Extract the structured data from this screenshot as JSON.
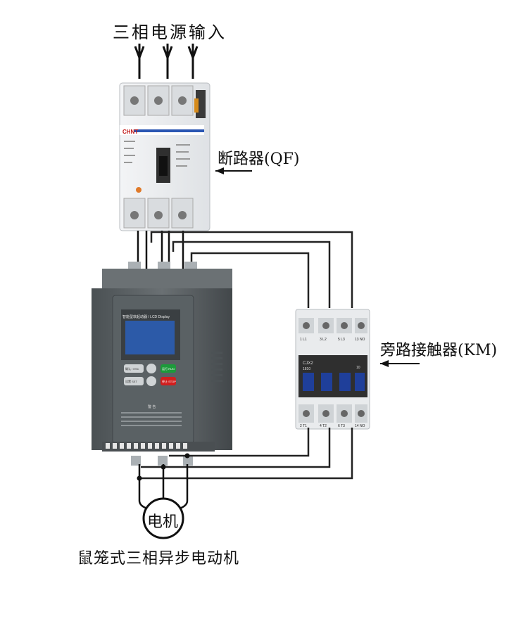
{
  "labels": {
    "power_input": "三相电源输入",
    "breaker": "断路器(QF)",
    "bypass_contactor": "旁路接触器(KM)",
    "motor_caption": "鼠笼式三相异步电动机",
    "motor": "电机"
  },
  "breaker_device": {
    "brand": "CHNT"
  },
  "soft_starter": {
    "display_title": "智能型软起动器 / LCD Display",
    "keypad": [
      "确认 / ESC",
      "",
      "运行 RUN",
      "设置 SET",
      "",
      "停止 STOP"
    ],
    "warning_title": "警 告"
  },
  "contactor_device": {
    "model": "CJX2",
    "rating": "1810",
    "aux": "10",
    "top_terminals": [
      "1 L1",
      "3 L2",
      "5 L3",
      "13 NO"
    ],
    "bottom_terminals": [
      "2 T1",
      "4 T2",
      "6 T3",
      "14 NO"
    ]
  },
  "colors": {
    "wire": "#111111",
    "breaker_body": "#eef0f2",
    "starter_body": "#5d6366",
    "contactor_blue": "#1f3f9a"
  }
}
